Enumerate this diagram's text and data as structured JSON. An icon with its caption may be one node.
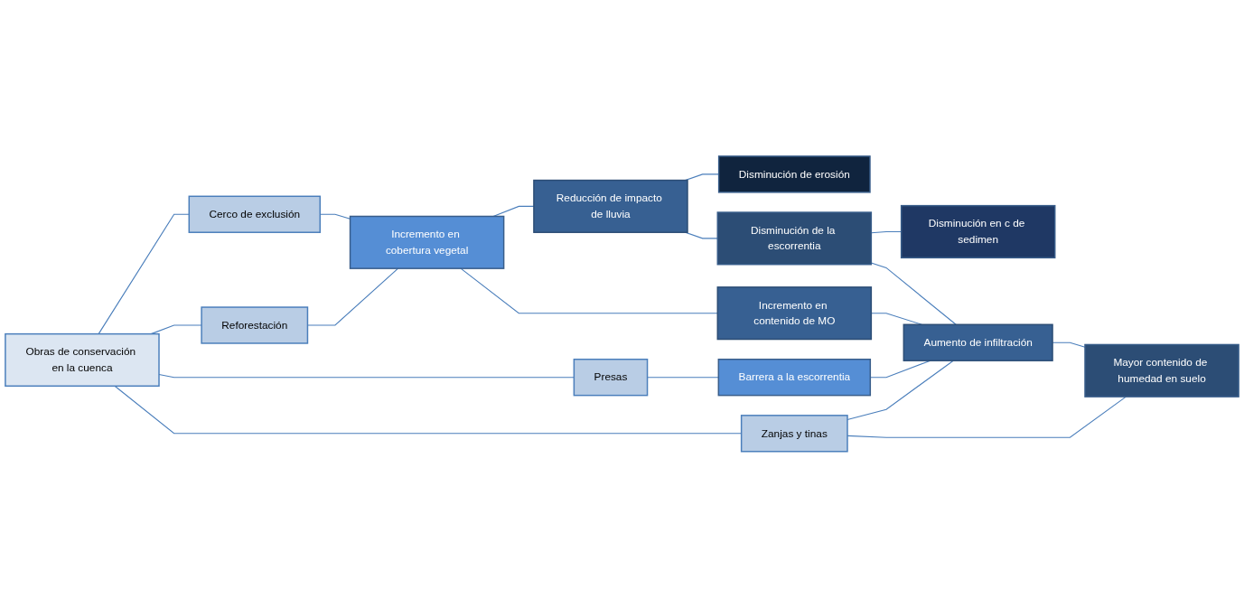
{
  "diagram": {
    "nodes": [
      {
        "text": [
          "Obras de conservación en la cuenca"
        ]
      },
      {
        "text": [
          "Cerco de exclusión"
        ]
      },
      {
        "text": [
          "Reforestación"
        ]
      },
      {
        "text": [
          "Presas"
        ]
      },
      {
        "text": [
          "Zanjas y tinas"
        ]
      },
      {
        "text": [
          "Incremento en cobertura vegetal"
        ]
      },
      {
        "text": [
          "Reducción de impacto de lluvia"
        ]
      },
      {
        "text": [
          "Disminución de erosión"
        ]
      },
      {
        "text": [
          "Incremento en contenido de MO"
        ]
      },
      {
        "text": [
          "Disminución de la escorrentia"
        ]
      },
      {
        "text": [
          "Disminución en c de sedimen"
        ]
      },
      {
        "text": [
          "Barrera a la escorrentia"
        ]
      },
      {
        "text": [
          "Aumento de infiltración"
        ]
      },
      {
        "text": [
          "Mayor contenido de humedad en suelo"
        ]
      }
    ],
    "edges": [
      {
        "from": 0,
        "to": 1,
        "arrow": "none"
      },
      {
        "from": 0,
        "to": 2,
        "arrow": "none"
      },
      {
        "from": 0,
        "to": 3,
        "arrow": "none"
      },
      {
        "from": 0,
        "to": 4,
        "arrow": "none"
      },
      {
        "from": 1,
        "to": 5,
        "arrow": "none"
      },
      {
        "from": 2,
        "to": 5,
        "arrow": "none"
      },
      {
        "from": 5,
        "to": 6,
        "arrow": "none"
      },
      {
        "from": 6,
        "to": 7,
        "arrow": "none"
      },
      {
        "from": 5,
        "to": 8,
        "arrow": "none"
      },
      {
        "from": 6,
        "to": 9,
        "arrow": "none"
      },
      {
        "from": 9,
        "to": 10,
        "arrow": "none"
      },
      {
        "from": 8,
        "to": 12,
        "arrow": "none"
      },
      {
        "from": 9,
        "to": 12,
        "arrow": "none"
      },
      {
        "from": 3,
        "to": 11,
        "arrow": "none"
      },
      {
        "from": 11,
        "to": 12,
        "arrow": "none"
      },
      {
        "from": 4,
        "to": 12,
        "arrow": "none"
      },
      {
        "from": 12,
        "to": 13,
        "arrow": "none"
      },
      {
        "from": 4,
        "to": 13,
        "arrow": "none"
      }
    ]
  }
}
